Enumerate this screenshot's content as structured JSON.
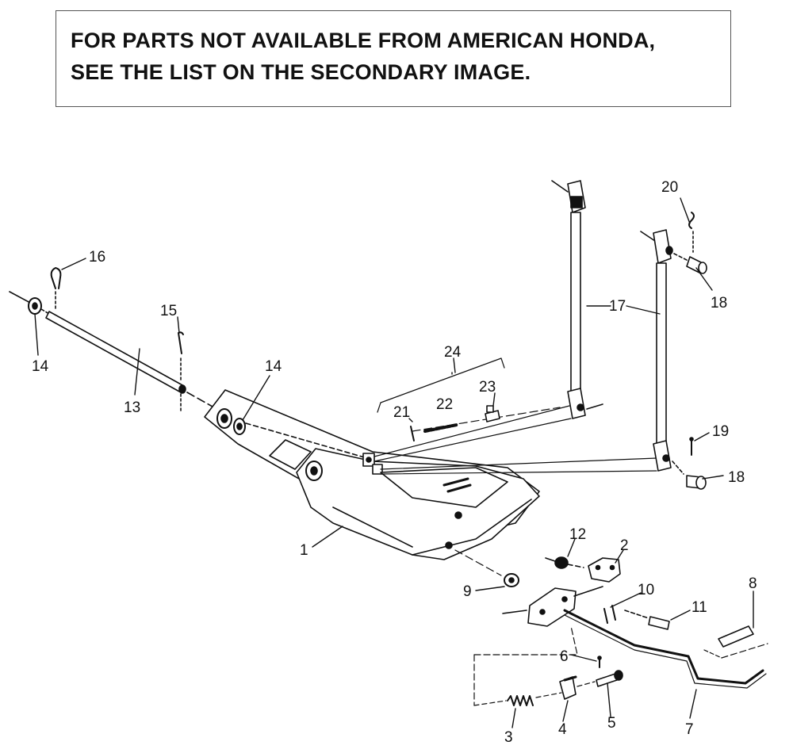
{
  "notice": {
    "line1": "FOR PARTS NOT AVAILABLE FROM AMERICAN HONDA,",
    "line2": "SEE THE LIST ON THE SECONDARY IMAGE."
  },
  "callouts": {
    "c1": "1",
    "c2": "2",
    "c3": "3",
    "c4": "4",
    "c5": "5",
    "c6": "6",
    "c7": "7",
    "c8": "8",
    "c9": "9",
    "c10": "10",
    "c11": "11",
    "c12": "12",
    "c13": "13",
    "c14a": "14",
    "c14b": "14",
    "c15": "15",
    "c16": "16",
    "c17": "17",
    "c18a": "18",
    "c18b": "18",
    "c19": "19",
    "c20": "20",
    "c21": "21",
    "c22": "22",
    "c23": "23",
    "c24": "24"
  }
}
